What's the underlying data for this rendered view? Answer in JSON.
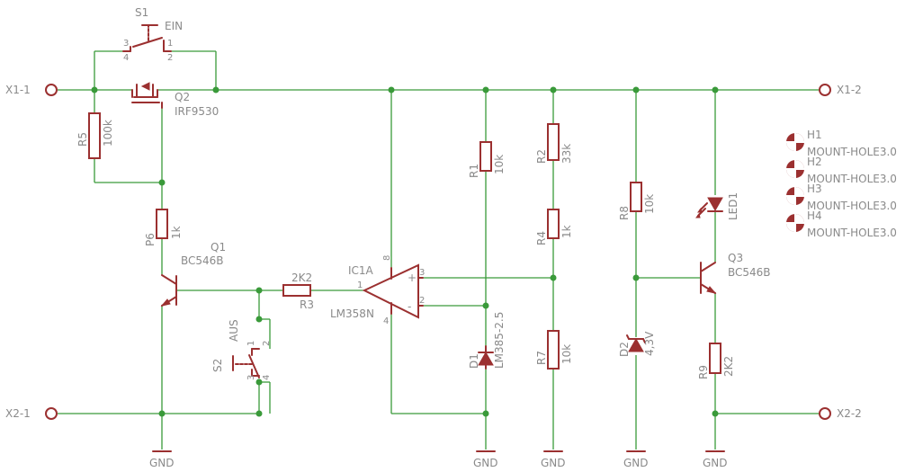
{
  "connectors": {
    "x1_1": "X1-1",
    "x1_2": "X1-2",
    "x2_1": "X2-1",
    "x2_2": "X2-2"
  },
  "switches": {
    "s1": {
      "name": "S1",
      "value": "EIN",
      "pins": [
        "1",
        "2",
        "3",
        "4"
      ]
    },
    "s2": {
      "name": "S2",
      "value": "AUS",
      "pins": [
        "1",
        "2",
        "3",
        "4"
      ]
    }
  },
  "resistors": {
    "r1": {
      "name": "R1",
      "value": "10k"
    },
    "r2": {
      "name": "R2",
      "value": "33k"
    },
    "r3": {
      "name": "R3",
      "value": "2K2"
    },
    "r4": {
      "name": "R4",
      "value": "1k"
    },
    "r5": {
      "name": "R5",
      "value": "100k"
    },
    "r6": {
      "name": "P6",
      "value": "1k"
    },
    "r7": {
      "name": "R7",
      "value": "10k"
    },
    "r8": {
      "name": "R8",
      "value": "10k"
    },
    "r9": {
      "name": "R9",
      "value": "2K2"
    }
  },
  "transistors": {
    "q1": {
      "name": "Q1",
      "value": "BC546B"
    },
    "q2": {
      "name": "Q2",
      "value": "IRF9530"
    },
    "q3": {
      "name": "Q3",
      "value": "BC546B"
    }
  },
  "opamp": {
    "name": "IC1A",
    "value": "LM358N",
    "pins": [
      "1",
      "2",
      "3",
      "4",
      "8"
    ],
    "plus": "+",
    "minus": "-"
  },
  "diodes": {
    "d1": {
      "name": "D1",
      "value": "LM385-2.5"
    },
    "d2": {
      "name": "D2",
      "value": "4,3V"
    },
    "led1": {
      "name": "LED1"
    }
  },
  "mount_holes": [
    {
      "name": "H1",
      "value": "MOUNT-HOLE3.0"
    },
    {
      "name": "H2",
      "value": "MOUNT-HOLE3.0"
    },
    {
      "name": "H3",
      "value": "MOUNT-HOLE3.0"
    },
    {
      "name": "H4",
      "value": "MOUNT-HOLE3.0"
    }
  ],
  "gnd_label": "GND",
  "colors": {
    "wire": "#3a9a3a",
    "part": "#9b3030",
    "text": "#8a8a8a"
  }
}
